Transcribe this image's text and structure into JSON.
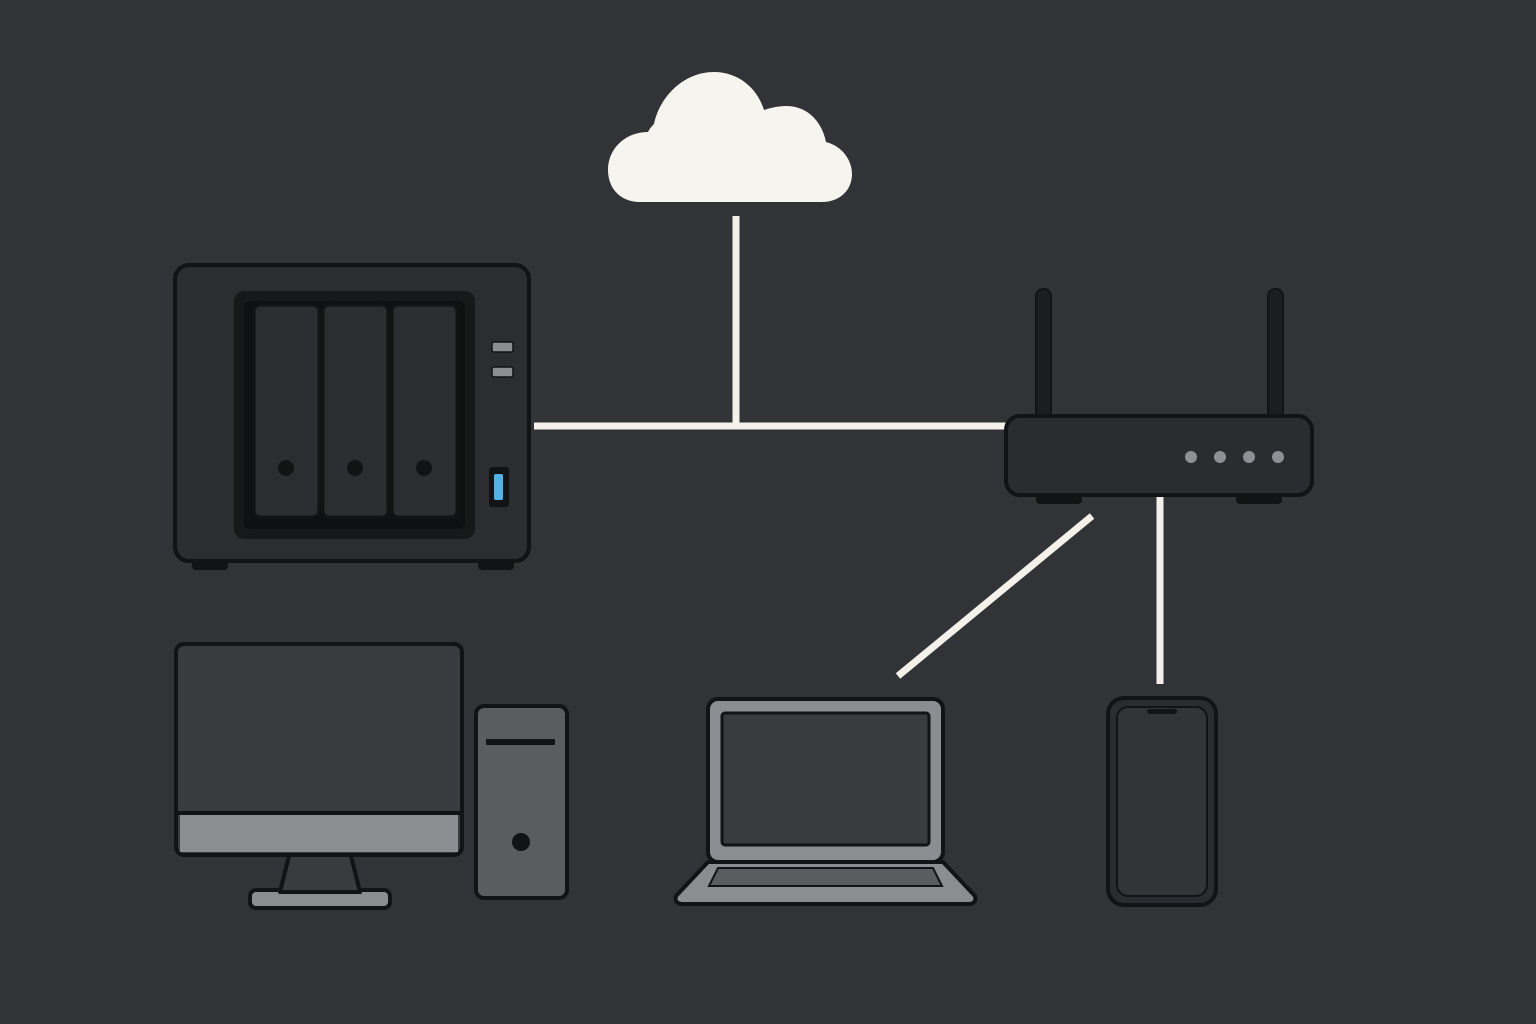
{
  "diagram": {
    "nodes": [
      {
        "id": "internet",
        "icon": "cloud-icon"
      },
      {
        "id": "nas",
        "icon": "nas-icon",
        "drive_bays": 3
      },
      {
        "id": "router",
        "icon": "router-icon",
        "antennas": 2,
        "status_lights": 4
      },
      {
        "id": "desktop",
        "icon": "desktop-computer-icon"
      },
      {
        "id": "laptop",
        "icon": "laptop-icon"
      },
      {
        "id": "phone",
        "icon": "smartphone-icon"
      }
    ],
    "links": [
      {
        "from": "internet",
        "to": "router"
      },
      {
        "from": "nas",
        "to": "router"
      },
      {
        "from": "router",
        "to": "laptop"
      },
      {
        "from": "router",
        "to": "phone"
      }
    ]
  },
  "colors": {
    "background": "#323337",
    "link": "#f4f1ea",
    "cloud": "#f6f4ee",
    "device_body": "#2b2c30",
    "device_outline": "#121314",
    "screen": "#3a3b3f",
    "metal": "#8c8d90",
    "usb_port": "#4fb3e8",
    "status_light": "#8f9095"
  }
}
